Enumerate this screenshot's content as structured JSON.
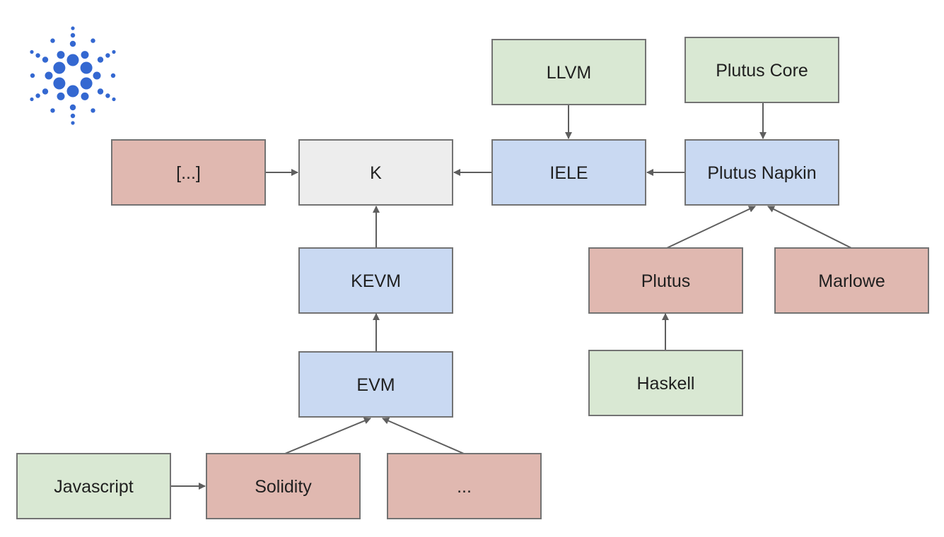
{
  "logo": {
    "name": "cardano-logo",
    "color": "#3468D1"
  },
  "palette": {
    "green": "#D9E8D3",
    "blue": "#C9D9F2",
    "pink": "#E0B8B0",
    "grey": "#EDEDED",
    "border": "#737373",
    "arrow": "#5E5E5E"
  },
  "nodes": [
    {
      "id": "ellipsis_bracket",
      "label": "[...]",
      "color": "pink"
    },
    {
      "id": "k",
      "label": "K",
      "color": "grey"
    },
    {
      "id": "iele",
      "label": "IELE",
      "color": "blue"
    },
    {
      "id": "plutus_napkin",
      "label": "Plutus Napkin",
      "color": "blue"
    },
    {
      "id": "llvm",
      "label": "LLVM",
      "color": "green"
    },
    {
      "id": "plutus_core",
      "label": "Plutus Core",
      "color": "green"
    },
    {
      "id": "kevm",
      "label": "KEVM",
      "color": "blue"
    },
    {
      "id": "evm",
      "label": "EVM",
      "color": "blue"
    },
    {
      "id": "plutus",
      "label": "Plutus",
      "color": "pink"
    },
    {
      "id": "marlowe",
      "label": "Marlowe",
      "color": "pink"
    },
    {
      "id": "haskell",
      "label": "Haskell",
      "color": "green"
    },
    {
      "id": "javascript",
      "label": "Javascript",
      "color": "green"
    },
    {
      "id": "solidity",
      "label": "Solidity",
      "color": "pink"
    },
    {
      "id": "ellipsis",
      "label": "...",
      "color": "pink"
    }
  ],
  "edges": [
    {
      "from": "ellipsis_bracket",
      "to": "k"
    },
    {
      "from": "iele",
      "to": "k"
    },
    {
      "from": "plutus_napkin",
      "to": "iele"
    },
    {
      "from": "llvm",
      "to": "iele"
    },
    {
      "from": "plutus_core",
      "to": "plutus_napkin"
    },
    {
      "from": "kevm",
      "to": "k"
    },
    {
      "from": "evm",
      "to": "kevm"
    },
    {
      "from": "plutus",
      "to": "plutus_napkin"
    },
    {
      "from": "marlowe",
      "to": "plutus_napkin"
    },
    {
      "from": "haskell",
      "to": "plutus"
    },
    {
      "from": "javascript",
      "to": "solidity"
    },
    {
      "from": "solidity",
      "to": "evm"
    },
    {
      "from": "ellipsis",
      "to": "evm"
    }
  ]
}
